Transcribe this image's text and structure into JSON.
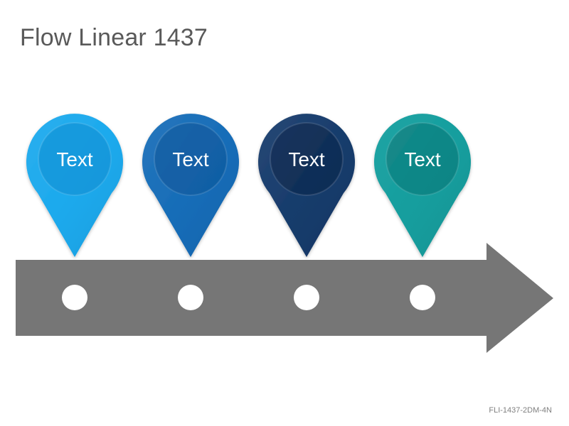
{
  "title": "Flow Linear 1437",
  "code": "FLI-1437-2DM-4N",
  "arrow": {
    "color": "#767676",
    "node_color": "#ffffff"
  },
  "pins": [
    {
      "label": "Text",
      "color": "#13a6ec",
      "dark": "#0b86c9"
    },
    {
      "label": "Text",
      "color": "#0e67b5",
      "dark": "#0a4f91"
    },
    {
      "label": "Text",
      "color": "#0e3466",
      "dark": "#081f41"
    },
    {
      "label": "Text",
      "color": "#0b9a9a",
      "dark": "#076b6b"
    }
  ]
}
